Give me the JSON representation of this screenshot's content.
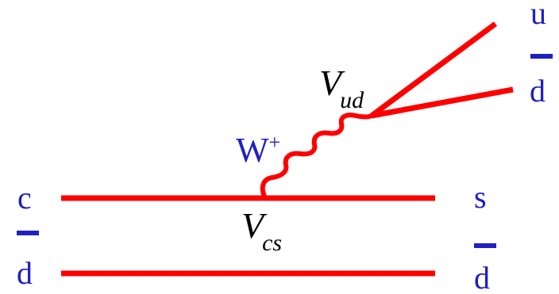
{
  "diagram": {
    "colors": {
      "line": "#ff0000",
      "quark_label": "#2020c0",
      "boson_label": "#2020c0",
      "ckm_label": "#000000",
      "background": "#ffffff"
    },
    "incoming": {
      "top": "c",
      "bottom": "d"
    },
    "outgoing": {
      "top": "s",
      "bottom": "d"
    },
    "w_products": {
      "top": "u",
      "bottom": "d"
    },
    "boson": {
      "label": "W",
      "charge": "+"
    },
    "vertex_lower": {
      "symbol": "V",
      "subscript": "cs"
    },
    "vertex_upper": {
      "symbol": "V",
      "subscript": "ud"
    }
  }
}
